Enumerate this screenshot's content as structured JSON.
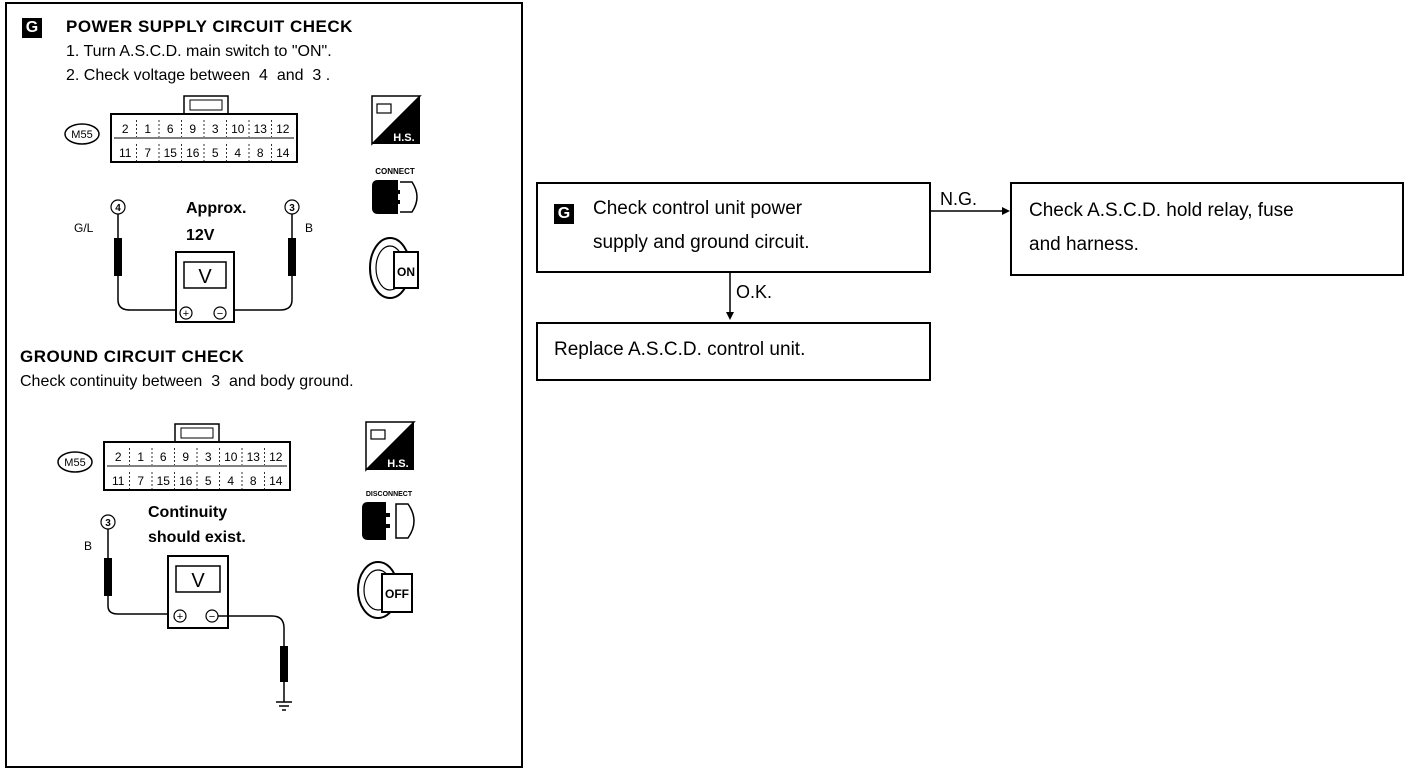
{
  "left_panel": {
    "power_section": {
      "badge": "G",
      "title": "POWER SUPPLY CIRCUIT CHECK",
      "step1": "1. Turn A.S.C.D. main switch to \"ON\".",
      "step2_pre": "2. Check voltage between",
      "step2_t1": "4",
      "step2_mid": "and",
      "step2_t2": "3",
      "step2_post": ".",
      "connector_id": "M55",
      "connector_top_row": [
        "2",
        "1",
        "6",
        "9",
        "3",
        "10",
        "13",
        "12"
      ],
      "connector_bottom_row": [
        "11",
        "7",
        "15",
        "16",
        "5",
        "4",
        "8",
        "14"
      ],
      "terminal_left": "4",
      "terminal_right": "3",
      "wire_left": "G/L",
      "wire_right": "B",
      "reading_line1": "Approx.",
      "reading_line2": "12V",
      "meter_symbol": "V",
      "icon_hs_label": "H.S.",
      "icon_connect_label": "CONNECT",
      "icon_key_label": "ON"
    },
    "ground_section": {
      "title": "GROUND CIRCUIT CHECK",
      "instruction_pre": "Check continuity between",
      "instruction_terminal": "3",
      "instruction_post": "and body ground.",
      "connector_id": "M55",
      "connector_top_row": [
        "2",
        "1",
        "6",
        "9",
        "3",
        "10",
        "13",
        "12"
      ],
      "connector_bottom_row": [
        "11",
        "7",
        "15",
        "16",
        "5",
        "4",
        "8",
        "14"
      ],
      "terminal": "3",
      "wire": "B",
      "result_line1": "Continuity",
      "result_line2": "should exist.",
      "meter_symbol": "V",
      "icon_hs_label": "H.S.",
      "icon_disconnect_label": "DISCONNECT",
      "icon_key_label": "OFF"
    }
  },
  "flowchart": {
    "check_box": {
      "badge": "G",
      "line1": "Check control unit power",
      "line2": "supply and ground circuit."
    },
    "ng_label": "N.G.",
    "ok_label": "O.K.",
    "ng_box": {
      "line1": "Check A.S.C.D. hold relay, fuse",
      "line2": "and harness."
    },
    "ok_box": {
      "line1": "Replace A.S.C.D. control unit."
    }
  }
}
